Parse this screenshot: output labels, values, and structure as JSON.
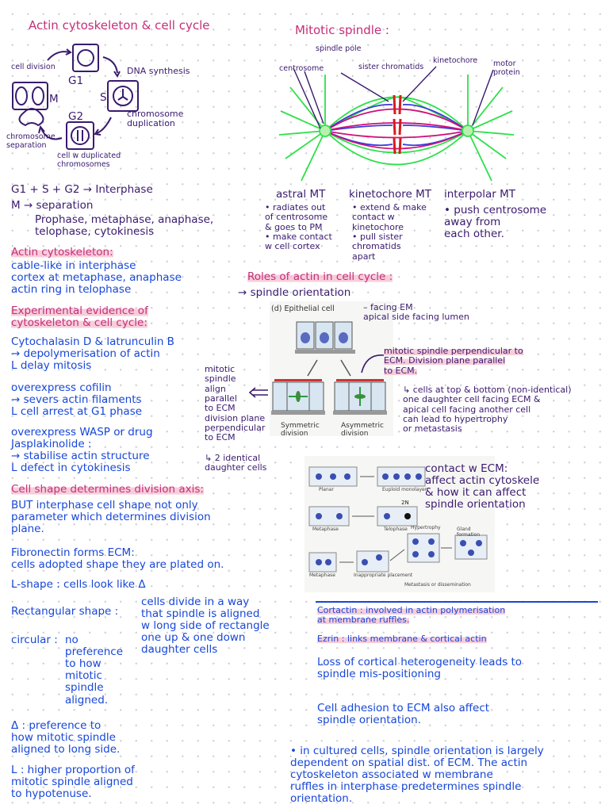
{
  "left": {
    "title": "Actin cytoskeleton & cell cycle",
    "cycle": {
      "g1": "G1",
      "s": "S",
      "g2": "G2",
      "m": "M",
      "cell_division": "cell division",
      "dna_synthesis": "DNA synthesis",
      "chromosome_duplication": "chromosome\nduplication",
      "chromosome_separation": "chromosome\nseparation",
      "cell_duplicated": "cell w duplicated\nchromosomes"
    },
    "interphase": "G1 + S + G2 → Interphase",
    "m_sep": "M → separation",
    "phases": "Prophase, metaphase, anaphase,\ntelophase, cytokinesis",
    "actin_heading": "Actin cytoskeleton:",
    "actin_text": "cable-like in interphase\ncortex at metaphase, anaphase\nactin ring in telophase",
    "evidence_heading": "Experimental evidence of\ncytoskeleton & cell cycle:",
    "cyto_text": "Cytochalasin D & latrunculin B\n→ depolymerisation of actin\n   L delay mitosis",
    "cofilin_text": "overexpress cofilin\n→ severs actin filaments\n   L cell arrest at G1 phase",
    "wasp_text": "overexpress WASP or drug\nJasplakinolide :\n→ stabilise actin structure\n   L defect in cytokinesis",
    "shape_heading": "Cell shape determines division axis:",
    "shape_text": "BUT interphase cell shape not only\nparameter which determines division\nplane.",
    "fibro_text": "Fibronectin forms ECM:\ncells adopted shape they are plated on.",
    "lshape_text": "L-shape : cells look like Δ",
    "rect_label": "Rectangular shape :",
    "rect_text": "cells divide in a way\nthat spindle is aligned\nw long side of rectangle\none up & one down\ndaughter cells",
    "circ_label": "circular :",
    "circ_text": "no\npreference\nto how\nmitotic\nspindle\naligned.",
    "delta_text": "Δ : preference to\n    how mitotic spindle\n    aligned to long side.",
    "l_text": "L : higher proportion of\n    mitotic spindle aligned\n    to hypotenuse."
  },
  "right": {
    "spindle_title": "Mitotic spindle :",
    "labels": {
      "spindle_pole": "spindle pole",
      "centrosome": "centrosome",
      "sister_chromatids": "sister chromatids",
      "kinetochore": "kinetochore",
      "motor_protein": "motor\nprotein"
    },
    "astral_heading": "astral MT",
    "astral_text": "• radiates out\n  of centrosome\n  & goes to PM\n• make contact\n  w cell cortex",
    "kinet_heading": "kinetochore MT",
    "kinet_text": "• extend & make\n  contact w\n  kinetochore\n• pull sister\n  chromatids\n  apart",
    "interpolar_heading": "interpolar MT",
    "interpolar_text": "• push centrosome\n  away from\n  each other.",
    "roles_heading": "Roles of actin in cell cycle :",
    "roles_text": "→ spindle orientation",
    "figure": {
      "label": "(d)  Epithelial cell",
      "symmetric": "Symmetric\ndivision",
      "asymmetric": "Asymmetric\ndivision"
    },
    "facing_text": "– facing EM\n  apical side facing lumen",
    "perp_text": "mitotic spindle perpendicular to\nECM. Division plane parallel\nto ECM.",
    "asym_text": "↳ cells at top & bottom (non-identical)\n   one daughter cell facing ECM &\n   apical cell facing another cell\n   can lead to hypertrophy\n   or metastasis",
    "parallel_text": "mitotic\nspindle\nalign\nparallel\nto ECM\ndivision plane\nperpendicular\nto ECM",
    "identical_text": "↳ 2 identical\n   daughter cells",
    "contact_text": "contact w ECM:\naffect actin cytoskele\n& how it can affect\nspindle orientation",
    "fig2": {
      "a_planar": "Planar",
      "a_euploid": "Euploid monolayer",
      "b_meta": "Metaphase",
      "b_telo": "Telophase",
      "b_2n": "2N",
      "c_meta": "Metaphase",
      "c_inapp": "Inappropriate placement",
      "c_hyper": "Hypertrophy",
      "c_gland": "Gland formation",
      "c_meta2": "Metastasis or dissemination"
    },
    "cortactin_text": "Cortactin : involved in actin polymerisation\n                at membrane ruffles.",
    "ezrin_text": "Ezrin : links membrane & cortical actin",
    "loss_text": "Loss of cortical heterogeneity leads to\nspindle mis-positioning",
    "adhesion_text": "Cell adhesion to ECM also affect\nspindle orientation.",
    "cultured_text": "• in cultured cells, spindle orientation is largely\n  dependent on spatial dist. of ECM. The actin\n  cytoskeleton associated w membrane\n  ruffles in interphase predetermines spindle\n                                         orientation."
  },
  "colors": {
    "pink": "#c4307a",
    "purple": "#3a1a6e",
    "blue": "#1747d8",
    "green": "#2ee04a",
    "magenta": "#d0107a",
    "red": "#d81b1b"
  }
}
